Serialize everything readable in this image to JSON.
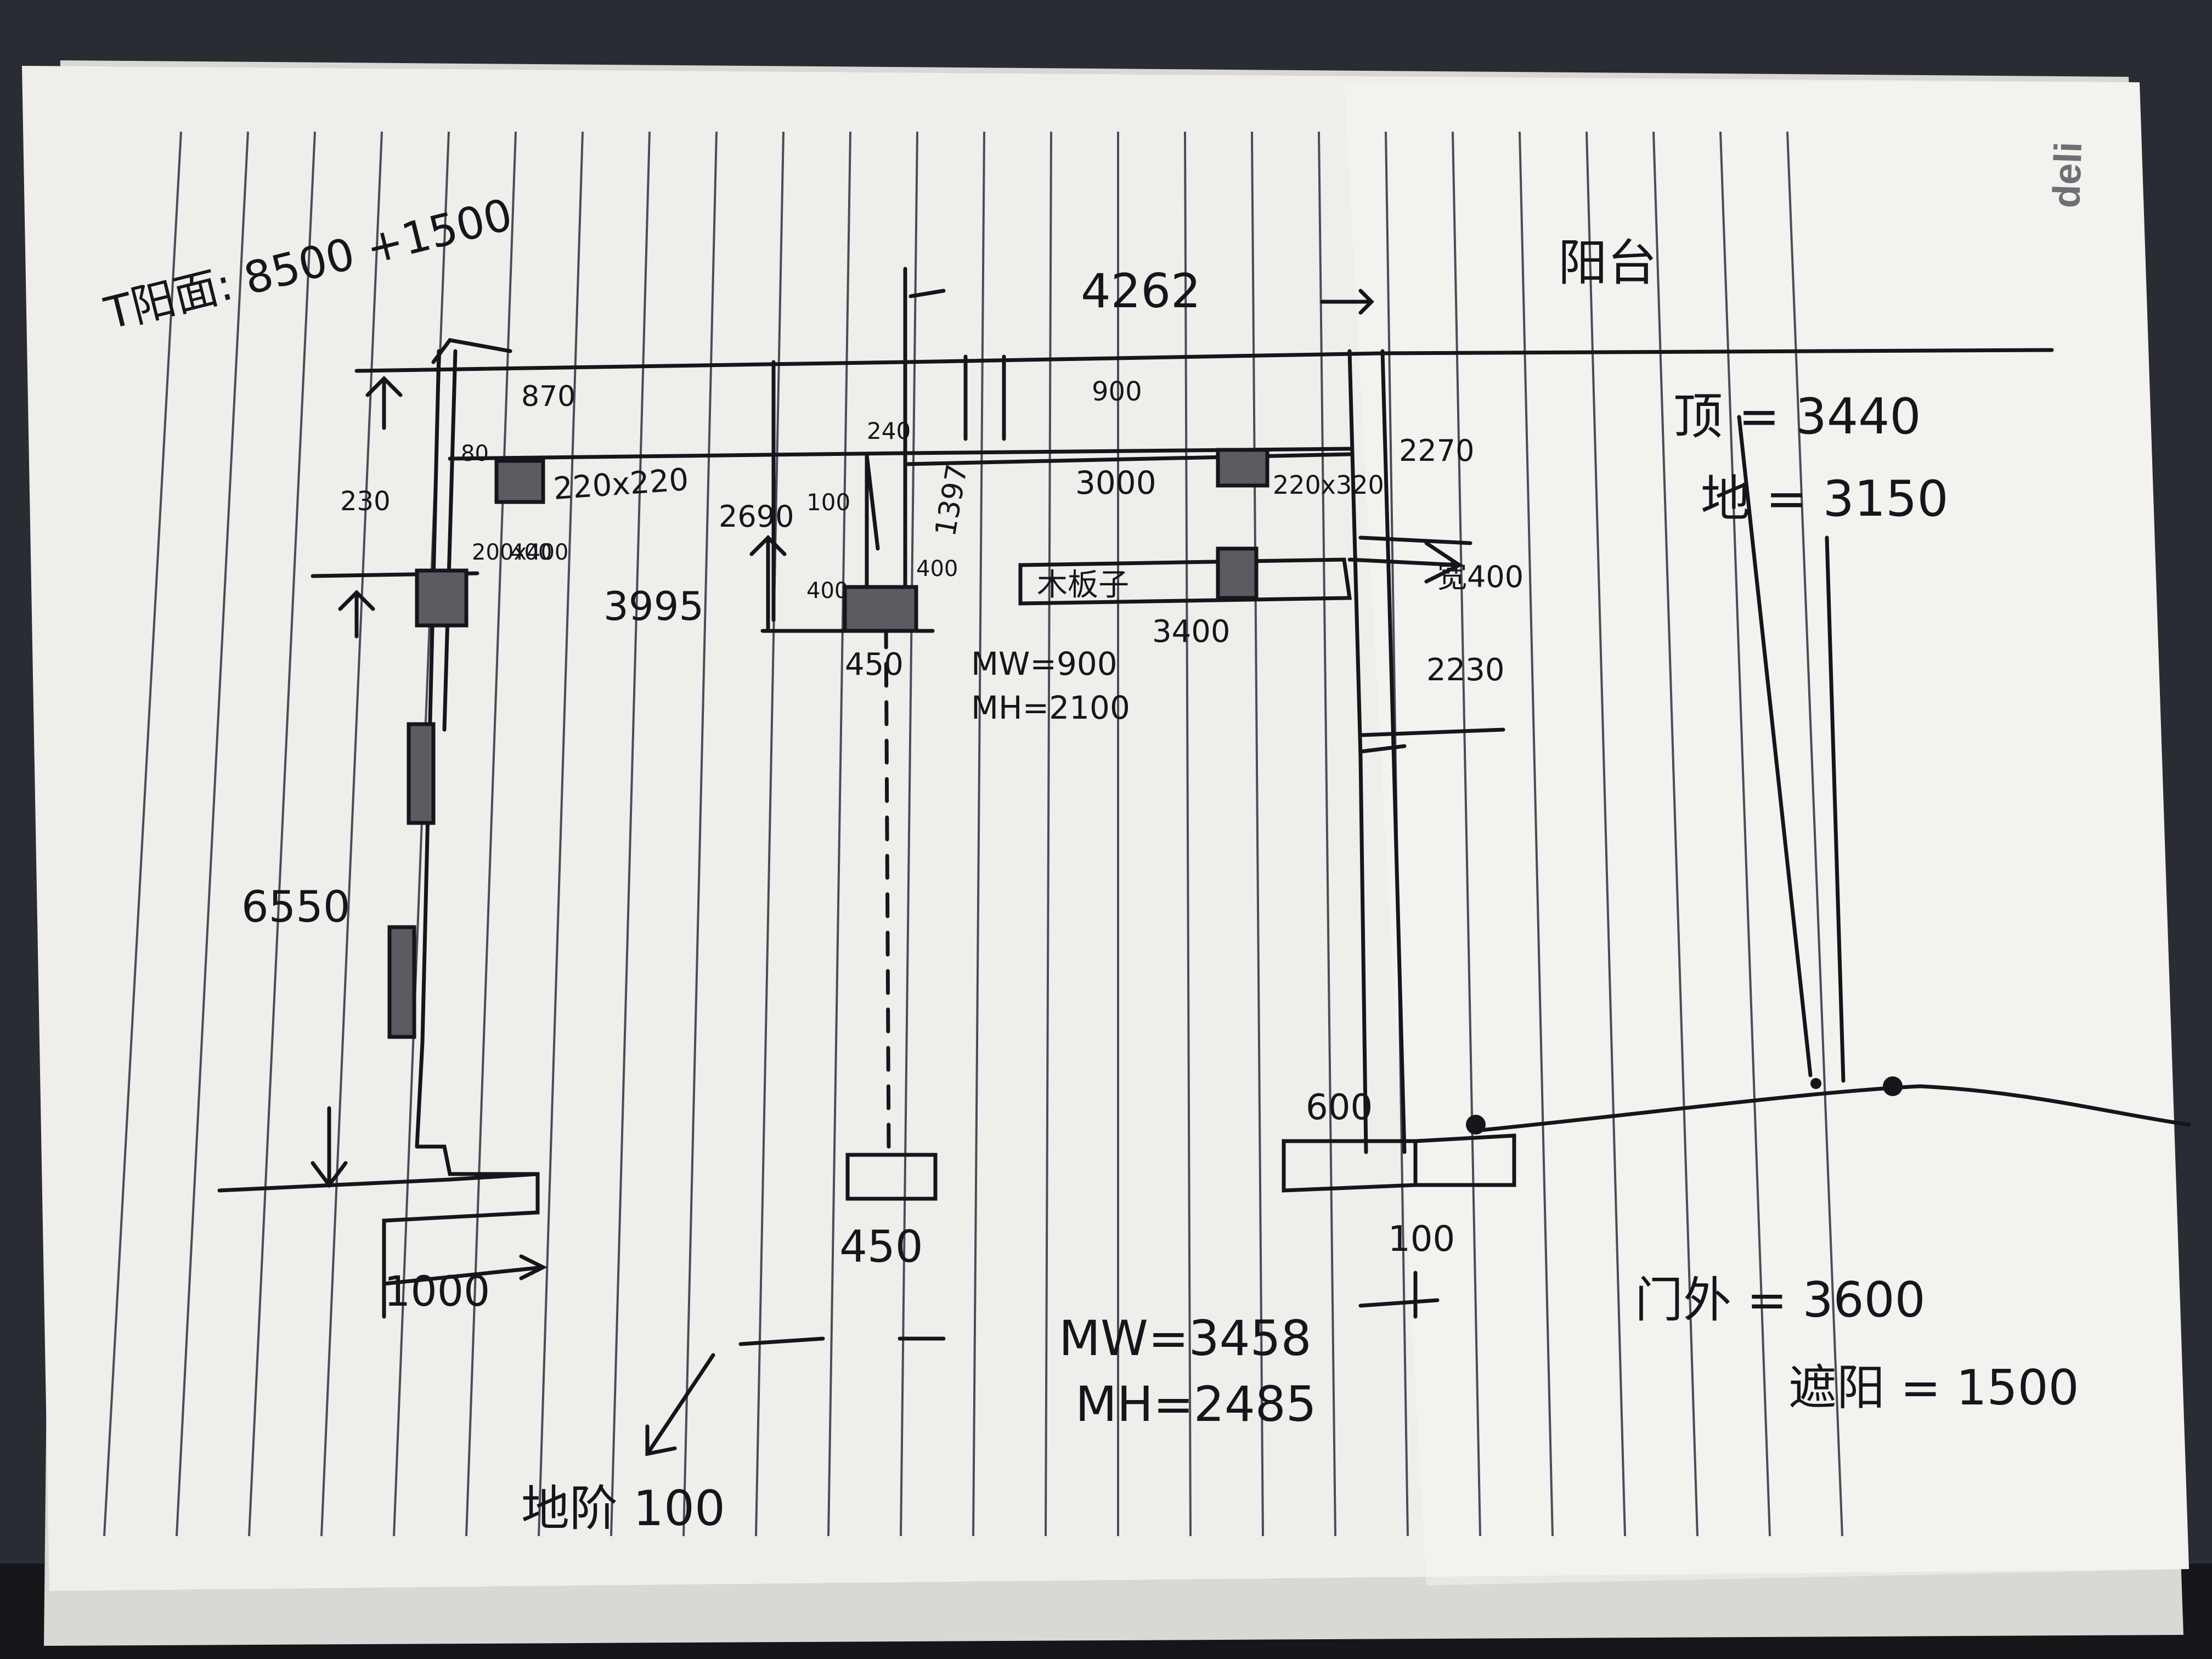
{
  "page": {
    "brand_logo": "deli",
    "title": "阳台",
    "colors": {
      "paper": "#f2f1ee",
      "ink": "#14161c",
      "rule": "#2b3140",
      "desk": "#2a2c33"
    }
  },
  "notes": {
    "elevation_header": "T阳面: 8500 +1500",
    "header_tail": "1500",
    "ceiling": "顶 = 3440",
    "floor": "地 = 3150",
    "door_outer": "门外 = 3600",
    "parapet": "遮阳 = 1500",
    "window_w": "MW=3458",
    "window_h": "MH=2485",
    "door_w": "MW=900",
    "door_h": "MH=2100",
    "basement": "地阶 100"
  },
  "dims": {
    "top_width": "4262",
    "left_drop": "870",
    "beam_left_size": "220x220",
    "beam_right_size": "220x320",
    "left_gap": "230",
    "col_left_size": "200x400",
    "inner_span": "3995",
    "center_drop": "2690",
    "center_col": "100",
    "center_top": "240",
    "center_gap": "1397",
    "mid_span": "3000",
    "right_drop": "900",
    "right_height": "2270",
    "board_width": "宽400",
    "board_label": "木板子",
    "board_span": "3400",
    "right_lower": "2230",
    "center_col_bottom": "400",
    "center_col_side": "400",
    "center_base": "450",
    "left_tall": "6550",
    "right_foot": "600",
    "right_foot_depth": "100",
    "left_foot": "1000",
    "center_foot": "450",
    "beam_left_label": "80",
    "col_side": "400"
  }
}
